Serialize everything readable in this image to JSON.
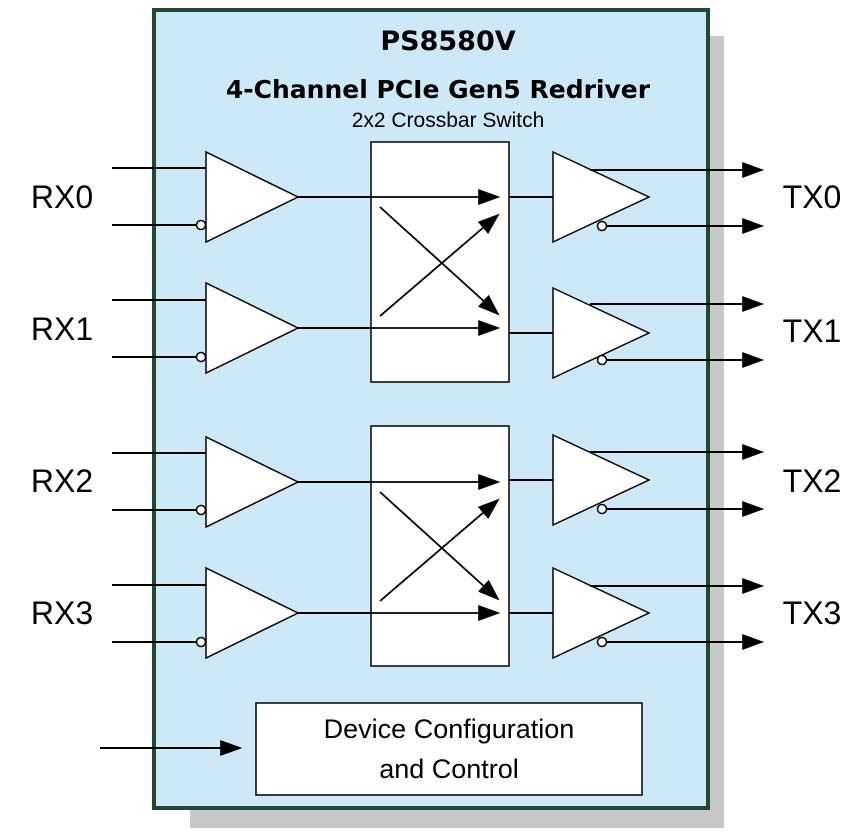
{
  "chip": {
    "part_number": "PS8580V",
    "description": "4-Channel PCIe Gen5 Redriver",
    "subtitle": "2x2 Crossbar Switch"
  },
  "inputs": [
    "RX0",
    "RX1",
    "RX2",
    "RX3"
  ],
  "outputs": [
    "TX0",
    "TX1",
    "TX2",
    "TX3"
  ],
  "control_block": {
    "line1": "Device Configuration",
    "line2": "and Control"
  },
  "colors": {
    "chip_fill": "#cde8f6",
    "chip_border": "#1e4a33",
    "shadow": "#c8c8c8",
    "line": "#000000",
    "block_fill": "#ffffff"
  }
}
